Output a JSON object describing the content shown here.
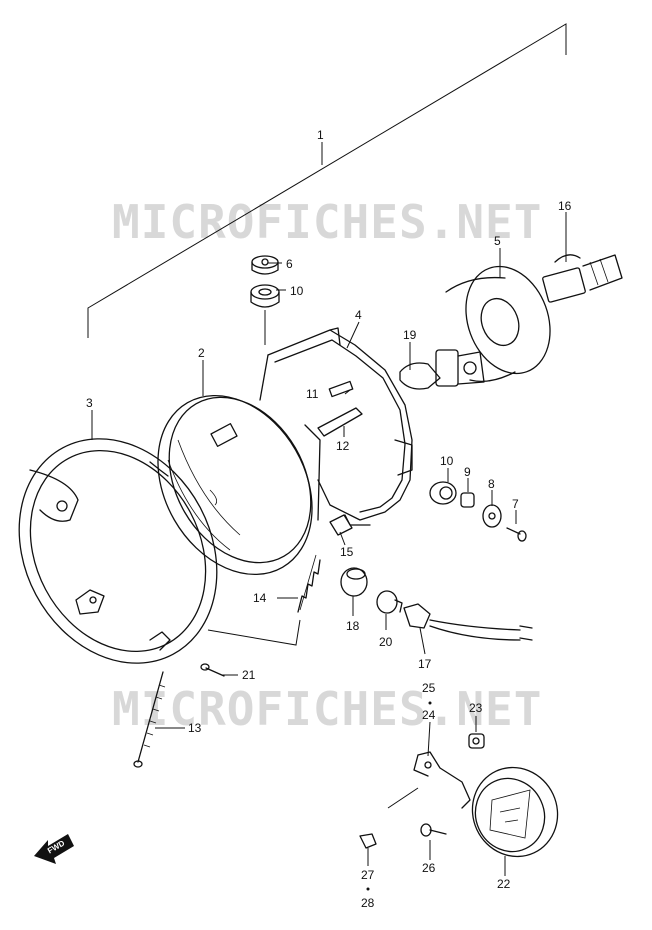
{
  "watermark": "MICROFICHES.NET",
  "direction_label": "FWD",
  "callouts": [
    {
      "id": "1",
      "label": "1"
    },
    {
      "id": "2",
      "label": "2"
    },
    {
      "id": "3",
      "label": "3"
    },
    {
      "id": "4",
      "label": "4"
    },
    {
      "id": "5",
      "label": "5"
    },
    {
      "id": "6",
      "label": "6"
    },
    {
      "id": "7",
      "label": "7"
    },
    {
      "id": "8",
      "label": "8"
    },
    {
      "id": "9",
      "label": "9"
    },
    {
      "id": "10a",
      "label": "10"
    },
    {
      "id": "10b",
      "label": "10"
    },
    {
      "id": "11",
      "label": "11"
    },
    {
      "id": "12",
      "label": "12"
    },
    {
      "id": "13",
      "label": "13"
    },
    {
      "id": "14",
      "label": "14"
    },
    {
      "id": "15",
      "label": "15"
    },
    {
      "id": "16",
      "label": "16"
    },
    {
      "id": "17",
      "label": "17"
    },
    {
      "id": "18",
      "label": "18"
    },
    {
      "id": "19",
      "label": "19"
    },
    {
      "id": "20",
      "label": "20"
    },
    {
      "id": "21",
      "label": "21"
    },
    {
      "id": "22",
      "label": "22"
    },
    {
      "id": "23",
      "label": "23"
    },
    {
      "id": "24",
      "label": "24"
    },
    {
      "id": "25",
      "label": "25"
    },
    {
      "id": "26",
      "label": "26"
    },
    {
      "id": "27",
      "label": "27"
    },
    {
      "id": "28",
      "label": "28"
    }
  ]
}
